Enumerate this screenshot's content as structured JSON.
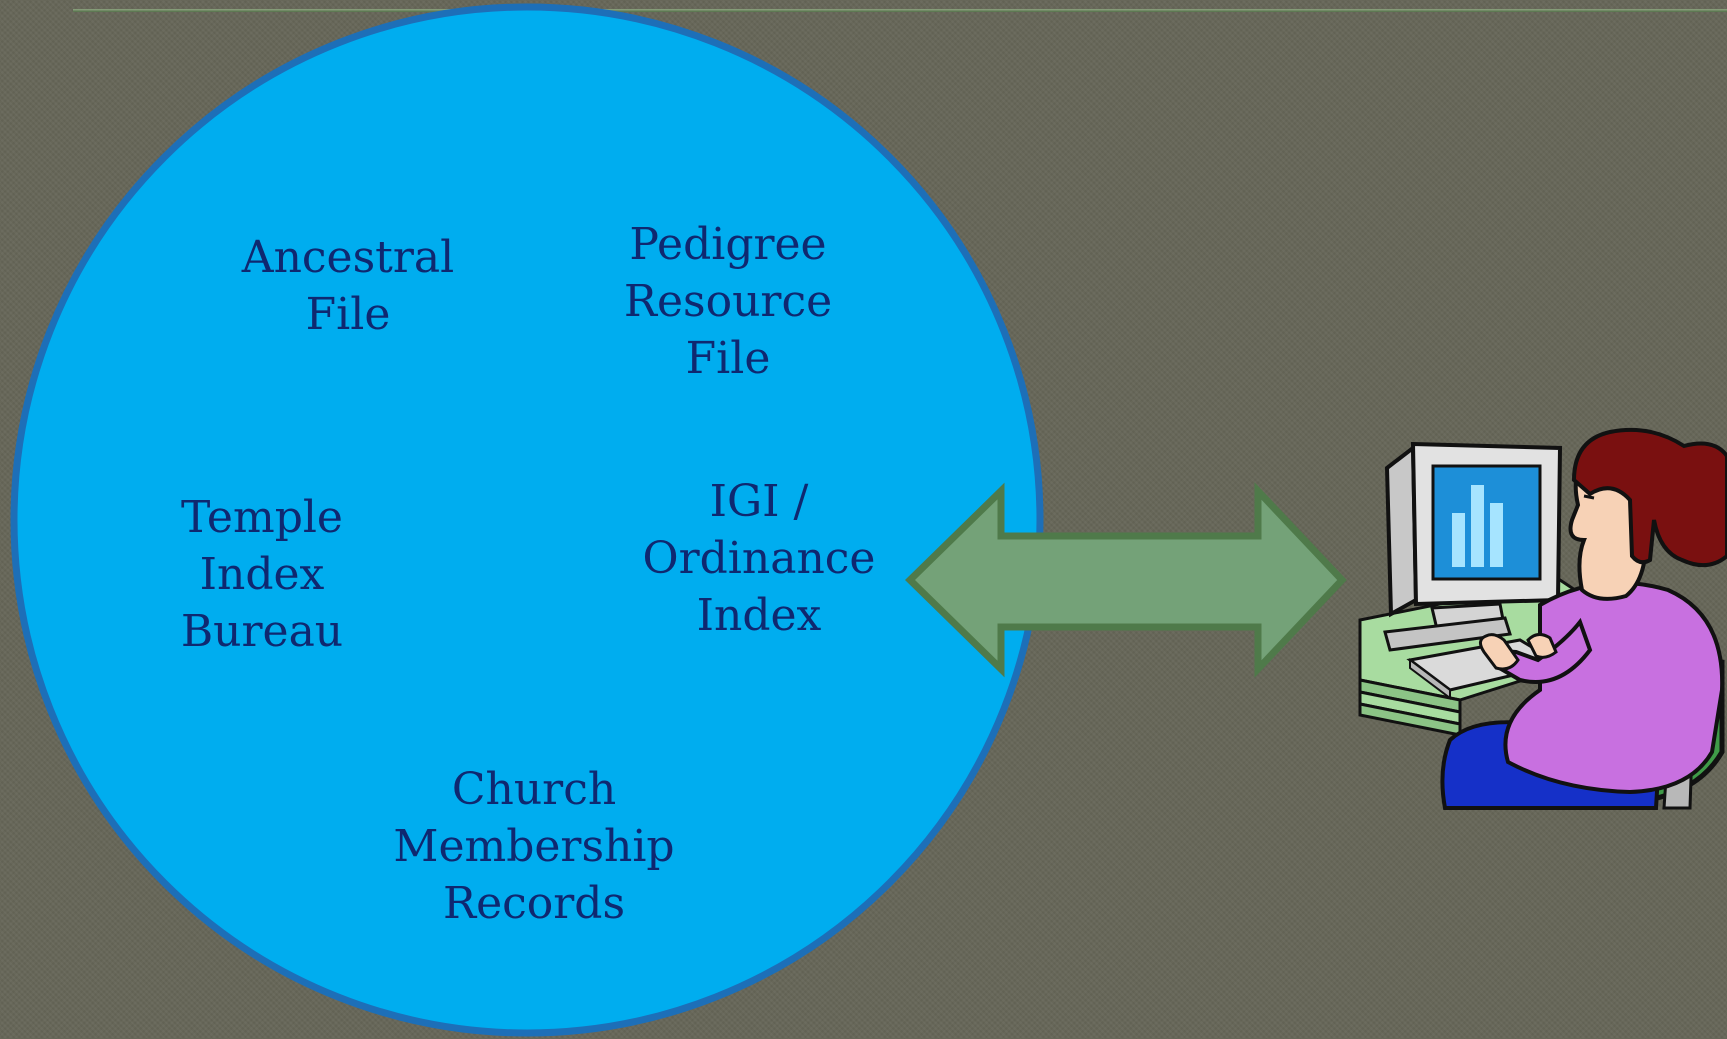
{
  "colors": {
    "background": "#676759",
    "circle_fill": "#00adef",
    "circle_stroke": "#1d6fb8",
    "label_text": "#0f2870",
    "arrow_fill": "#74a278",
    "arrow_stroke": "#4f7a4a"
  },
  "records": {
    "ancestral_file": "Ancestral\nFile",
    "pedigree_resource_file": "Pedigree\nResource\nFile",
    "temple_index_bureau": "Temple\nIndex\nBureau",
    "igi_ordinance_index": "IGI /\nOrdinance\nIndex",
    "church_membership_records": "Church\nMembership\nRecords"
  },
  "icons": {
    "connector": "double-headed-arrow-icon",
    "user": "woman-at-computer-icon"
  }
}
